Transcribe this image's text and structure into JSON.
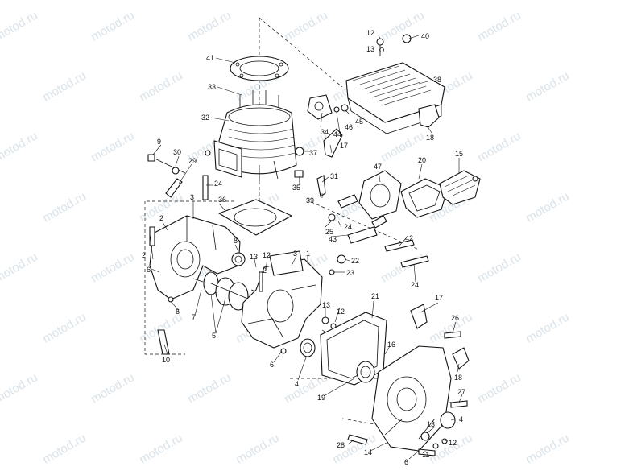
{
  "watermark": "motod.ru",
  "labels": [
    "1",
    "2",
    "3",
    "4",
    "5",
    "6",
    "7",
    "8",
    "9",
    "10",
    "11",
    "12",
    "13",
    "14",
    "15",
    "16",
    "17",
    "18",
    "19",
    "20",
    "21",
    "22",
    "23",
    "24",
    "25",
    "26",
    "27",
    "28",
    "29",
    "30",
    "31",
    "32",
    "33",
    "34",
    "35",
    "36",
    "37",
    "38",
    "39",
    "40",
    "41",
    "42",
    "43",
    "44",
    "45",
    "46",
    "47"
  ]
}
